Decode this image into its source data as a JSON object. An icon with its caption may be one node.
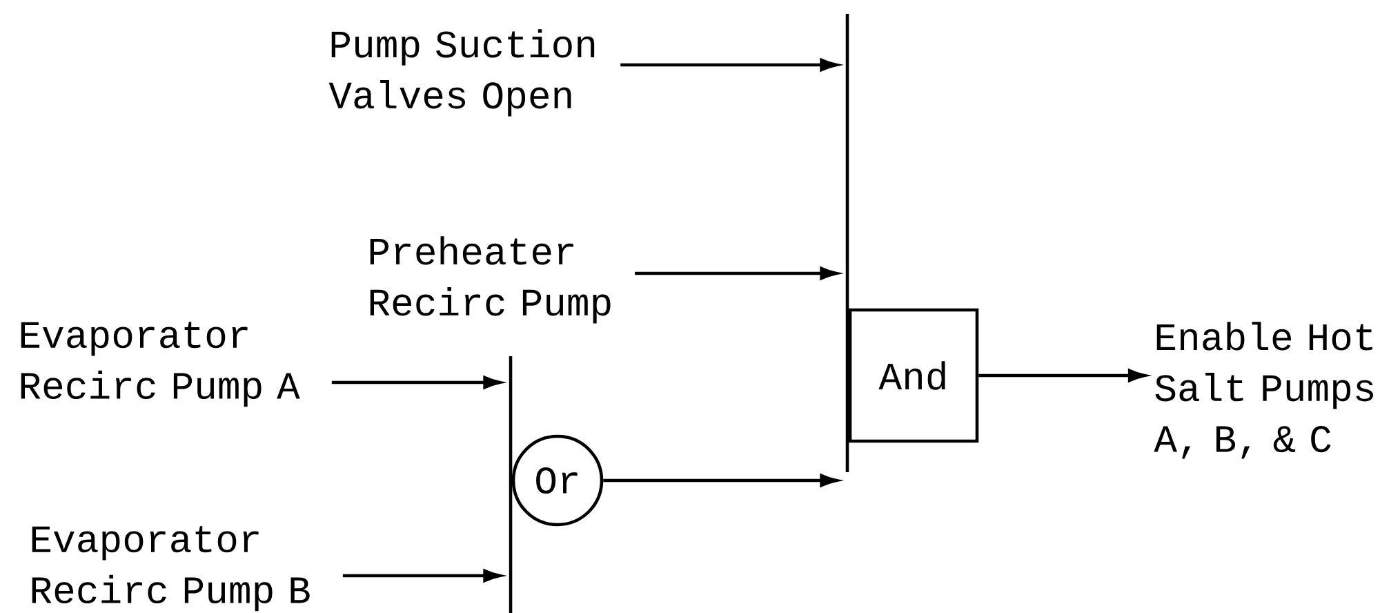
{
  "diagram": {
    "nodes": [
      {
        "text": [
          "Pump Suction Valves Open"
        ]
      },
      {
        "text": [
          "Preheater Recirc Pump"
        ]
      },
      {
        "text": [
          "Evaporator Recirc Pump A"
        ]
      },
      {
        "text": [
          "Evaporator Recirc Pump B"
        ]
      },
      {
        "text": [],
        "shape": "bar"
      },
      {
        "text": [
          "Or"
        ]
      },
      {
        "text": [],
        "shape": "bar"
      },
      {
        "text": [
          "And"
        ]
      },
      {
        "text": [
          "Enable Hot Salt Pumps A, B, & C"
        ]
      }
    ],
    "edges": [
      {
        "from": 0,
        "to": 6,
        "arrow": "to"
      },
      {
        "from": 1,
        "to": 6,
        "arrow": "to"
      },
      {
        "from": 2,
        "to": 4,
        "arrow": "to"
      },
      {
        "from": 3,
        "to": 4,
        "arrow": "to"
      },
      {
        "from": 5,
        "to": 6,
        "arrow": "to"
      },
      {
        "from": 7,
        "to": 8,
        "arrow": "to"
      }
    ]
  }
}
